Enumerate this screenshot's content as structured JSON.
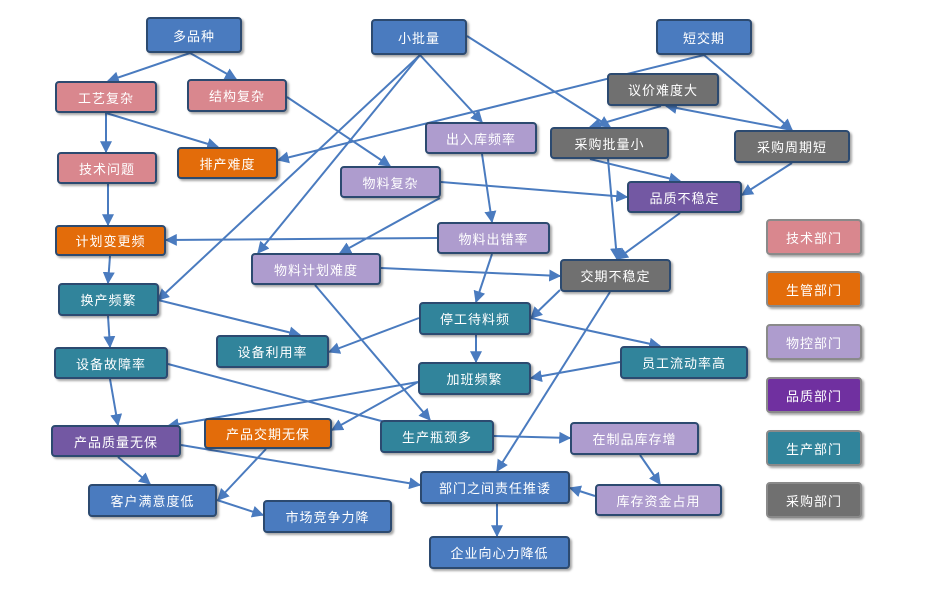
{
  "nodes": {
    "n1": "多品种",
    "n2": "小批量",
    "n3": "短交期",
    "n4": "工艺复杂",
    "n5": "结构复杂",
    "n6": "议价难度大",
    "n7": "出入库频率",
    "n8": "采购批量小",
    "n9": "采购周期短",
    "n10": "技术问题",
    "n11": "排产难度",
    "n12": "物料复杂",
    "n13": "品质不稳定",
    "n14": "计划变更频",
    "n15": "物料出错率",
    "n16": "物料计划难度",
    "n17": "交期不稳定",
    "n18": "换产频繁",
    "n19": "停工待料频",
    "n20": "设备利用率",
    "n21": "设备故障率",
    "n22": "加班频繁",
    "n23": "员工流动率高",
    "n24": "产品质量无保",
    "n25": "产品交期无保",
    "n26": "生产瓶颈多",
    "n27": "在制品库存增",
    "n28": "部门之间责任推诿",
    "n29": "库存资金占用",
    "n30": "客户满意度低",
    "n31": "市场竞争力降",
    "n32": "企业向心力降低"
  },
  "legend": {
    "tech": "技术部门",
    "prod_mgmt": "生管部门",
    "material": "物控部门",
    "quality": "品质部门",
    "production": "生产部门",
    "purchasing": "采购部门"
  },
  "colors": {
    "blue": "#4a7bbf",
    "tech": "#d9878e",
    "prod_mgmt": "#e36c0a",
    "material": "#ae9cce",
    "quality": "#7358a3",
    "production": "#31849b",
    "purchasing": "#707070",
    "connector": "#4a7bbf"
  }
}
